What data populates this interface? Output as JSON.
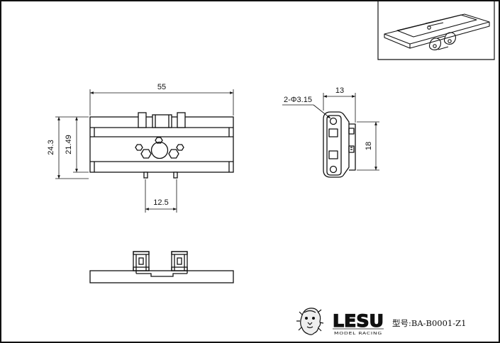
{
  "drawing": {
    "front_view": {
      "width_dim": "55",
      "height_outer_dim": "24.3",
      "height_inner_dim": "21.49",
      "pin_spacing_dim": "12.5"
    },
    "side_view": {
      "width_dim": "13",
      "height_dim": "18",
      "hole_dim": "2-Φ3.15"
    }
  },
  "title_block": {
    "brand": "LESU",
    "brand_sub": "MODEL RACING",
    "model_label": "型号:BA-B0001-Z1"
  },
  "colors": {
    "line": "#111111",
    "background": "#ffffff"
  },
  "icons": {
    "logo": "lion-head-icon"
  }
}
